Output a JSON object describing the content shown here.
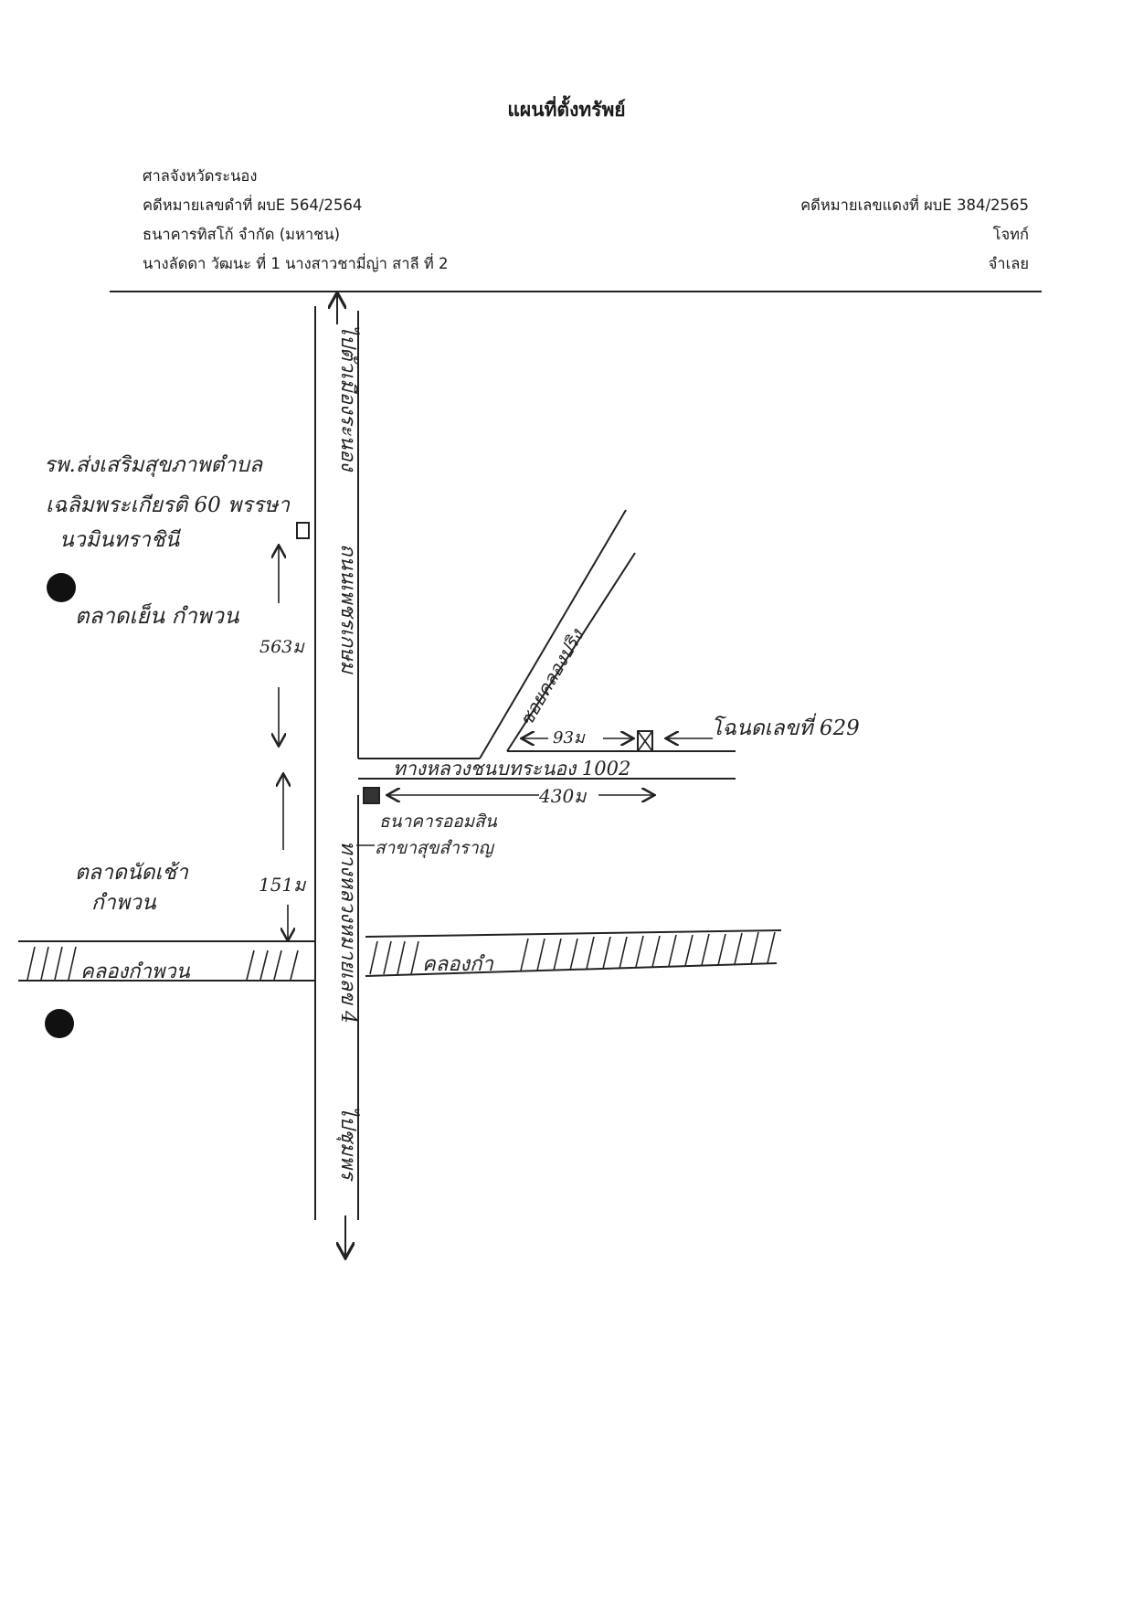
{
  "page_title": "แผนที่ตั้งทรัพย์",
  "header": {
    "court": "ศาลจังหวัดระนอง",
    "black_case_no": "คดีหมายเลขดำที่ ผบE 564/2564",
    "red_case_no": "คดีหมายเลขแดงที่ ผบE 384/2565",
    "plaintiff": "ธนาคารทิสโก้ จำกัด (มหาชน)",
    "plaintiff_role": "โจทก์",
    "defendants": "นางลัดดา วัฒนะ ที่ 1 นางสาวชามี่ญ่า สาลี ที่ 2",
    "defendant_role": "จำเลย"
  },
  "map": {
    "road_north_label": "ไปตัวเมืองระนอง",
    "road_main_label": "ถนนเพชรเกษม",
    "road_main_label_south": "ทางหลวงหมายเลข 4",
    "road_south_label": "ไปชุมพร",
    "hospital_label_1": "รพ.ส่งเสริมสุขภาพตำบล",
    "hospital_label_2": "เฉลิมพระเกียรติ 60 พรรษา",
    "hospital_label_3": "นวมินทราชินี",
    "market_1": "ตลาดเย็น กำพวน",
    "distance_1": "563ม",
    "soi_label": "ซอยคลองปริง",
    "distance_soi": "93ม",
    "title_deed_label": "โฉนดเลขที่ 629",
    "road_1002_label": "ทางหลวงชนบทระนอง 1002",
    "distance_430": "430ม",
    "bank_label_1": "ธนาคารออมสิน",
    "bank_label_2": "สาขาสุขสำราญ",
    "market_2_line1": "ตลาดนัดเช้า",
    "market_2_line2": "กำพวน",
    "distance_151": "151ม",
    "canal_west": "คลองกำพวน",
    "canal_east": "คลองกำ"
  }
}
